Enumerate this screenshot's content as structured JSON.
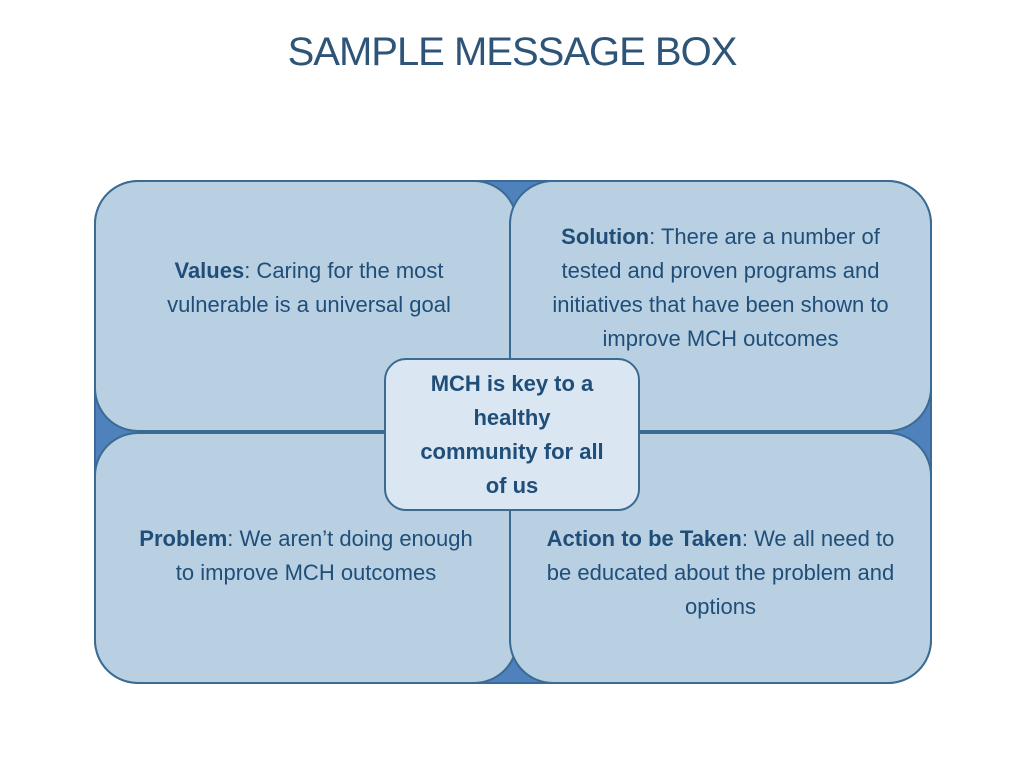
{
  "title": "SAMPLE MESSAGE BOX",
  "colors": {
    "title": "#2e5478",
    "quadrant_fill": "#b9d0e2",
    "backing_fill": "#4f81bd",
    "center_fill": "#dae6f1",
    "border": "#3b6a93",
    "text": "#1f4e79"
  },
  "quadrants": {
    "values": {
      "label": "Values",
      "text": ": Caring for the most vulnerable is a universal goal"
    },
    "solution": {
      "label": "Solution",
      "text": ": There are a number of tested and proven programs and initiatives that have been shown to improve MCH outcomes"
    },
    "problem": {
      "label": "Problem",
      "text": ": We aren’t doing enough to improve MCH outcomes"
    },
    "action": {
      "label": "Action to be Taken",
      "text": ": We all need to be educated about the problem and options"
    }
  },
  "center": {
    "text": "MCH is key to a healthy community for all of us"
  }
}
